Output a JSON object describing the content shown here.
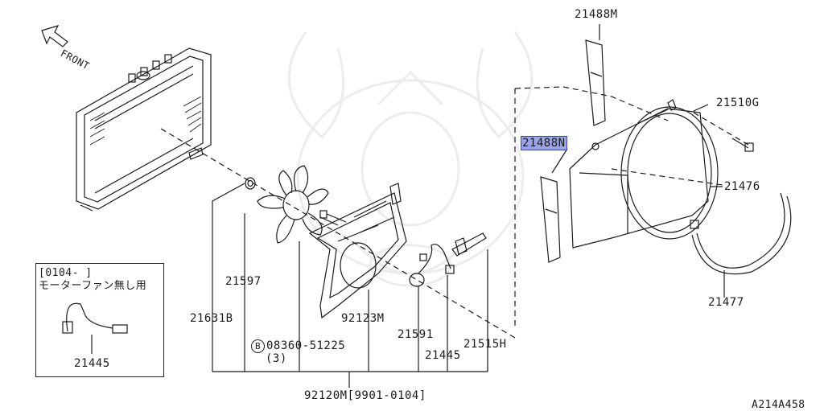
{
  "diagram": {
    "front_label": "FRONT",
    "ref_code": "A214A458",
    "parts": {
      "p21488M": "21488M",
      "p21510G": "21510G",
      "p21488N": "21488N",
      "p21476": "21476",
      "p21477": "21477",
      "p21597": "21597",
      "p21631B": "21631B",
      "p92123M": "92123M",
      "p21591": "21591",
      "p21515H": "21515H",
      "p21445": "21445",
      "bolt_code": "08360-51225",
      "bolt_symbol": "B",
      "bolt_qty": "(3)",
      "assembly": "92120M[9901-0104]"
    },
    "inset": {
      "line1": "[0104-      ]",
      "line2": "モーターファン無し用",
      "part": "21445"
    },
    "highlight_color": "#9aa4e6"
  }
}
